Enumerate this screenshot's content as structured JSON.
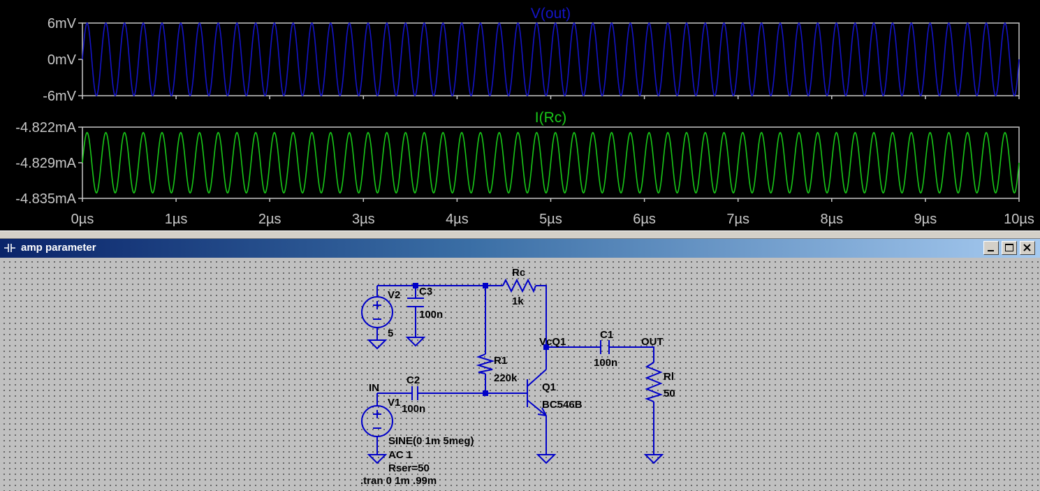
{
  "plots": [
    {
      "trace_label": "V(out)",
      "trace_color": "#1414c8",
      "y_ticks": [
        "6mV",
        "0mV",
        "-6mV"
      ],
      "frame_color": "#c8c8c8"
    },
    {
      "trace_label": "I(Rc)",
      "trace_color": "#19c819",
      "y_ticks": [
        "-4.822mA",
        "-4.829mA",
        "-4.835mA"
      ],
      "frame_color": "#c8c8c8"
    }
  ],
  "x_ticks": [
    "0µs",
    "1µs",
    "2µs",
    "3µs",
    "4µs",
    "5µs",
    "6µs",
    "7µs",
    "8µs",
    "9µs",
    "10µs"
  ],
  "chart_data": [
    {
      "type": "line",
      "title": "V(out)",
      "xlabel": "",
      "ylabel": "",
      "x_unit": "µs",
      "xlim": [
        0,
        10
      ],
      "y_unit": "mV",
      "ylim": [
        -6,
        6
      ],
      "series": [
        {
          "name": "V(out)",
          "kind": "sine",
          "frequency_MHz": 5,
          "amplitude": 6,
          "offset": 0
        }
      ]
    },
    {
      "type": "line",
      "title": "I(Rc)",
      "xlabel": "",
      "ylabel": "",
      "x_unit": "µs",
      "xlim": [
        0,
        10
      ],
      "y_unit": "mA",
      "ylim": [
        -4.835,
        -4.822
      ],
      "series": [
        {
          "name": "I(Rc)",
          "kind": "sine",
          "frequency_MHz": 5,
          "amplitude": 0.0055,
          "offset": -4.8285
        }
      ]
    }
  ],
  "window": {
    "title": "amp parameter",
    "min_icon": "minimize-icon",
    "max_icon": "maximize-icon",
    "close_icon": "close-icon"
  },
  "schematic": {
    "wire_color": "#0000c8",
    "labels": {
      "v2": "V2",
      "v2_val": "5",
      "c3": "C3",
      "c3_val": "100n",
      "rc": "Rc",
      "rc_val": "1k",
      "r1": "R1",
      "r1_val": "220k",
      "q1": "Q1",
      "q1_model": "BC546B",
      "c1": "C1",
      "c1_val": "100n",
      "rl": "Rl",
      "rl_val": "50",
      "c2": "C2",
      "c2_val": "100n",
      "v1": "V1",
      "net_in": "IN",
      "net_vcq1": "VcQ1",
      "net_out": "OUT",
      "v1_sine": "SINE(0 1m 5meg)",
      "v1_ac": "AC 1",
      "v1_rser": "Rser=50",
      "directive": ".tran 0 1m .99m"
    }
  }
}
